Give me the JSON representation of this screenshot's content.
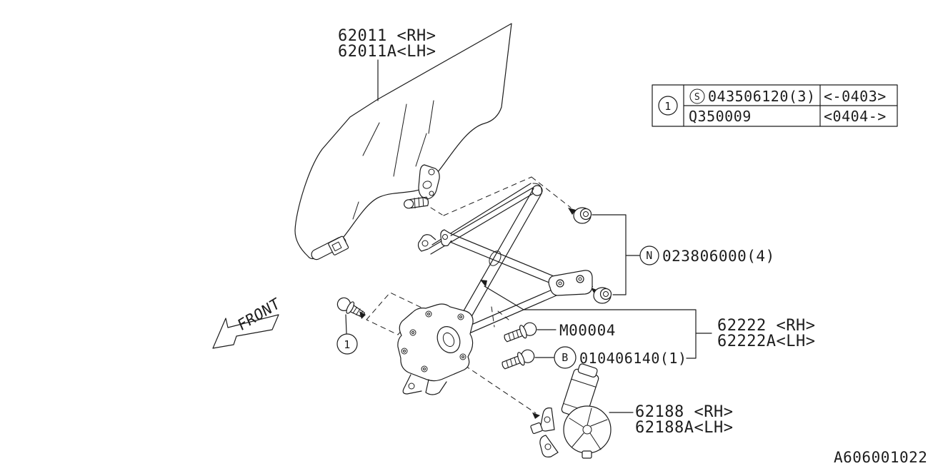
{
  "diagram": {
    "doc_number": "A606001022",
    "front_label": "FRONT",
    "glass_label": {
      "line1": "62011 <RH>",
      "line2": "62011A<LH>"
    },
    "regulator_label": {
      "line1": "62222 <RH>",
      "line2": "62222A<LH>"
    },
    "motor_label": {
      "line1": "62188 <RH>",
      "line2": "62188A<LH>"
    },
    "nut_callout": {
      "letter": "N",
      "part": "023806000(4)"
    },
    "bolt_m_callout": {
      "part": "M00004"
    },
    "bolt_b_callout": {
      "letter": "B",
      "part": "010406140(1)"
    },
    "screw_callout": {
      "number": "1"
    },
    "parts_table": {
      "callout": "1",
      "rows": [
        {
          "marker": "S",
          "part": "043506120(3)",
          "applicability": "<-0403>"
        },
        {
          "marker": "",
          "part": "Q350009",
          "applicability": "<0404->"
        }
      ]
    },
    "colors": {
      "line": "#1c1c1c",
      "background": "#ffffff"
    }
  }
}
